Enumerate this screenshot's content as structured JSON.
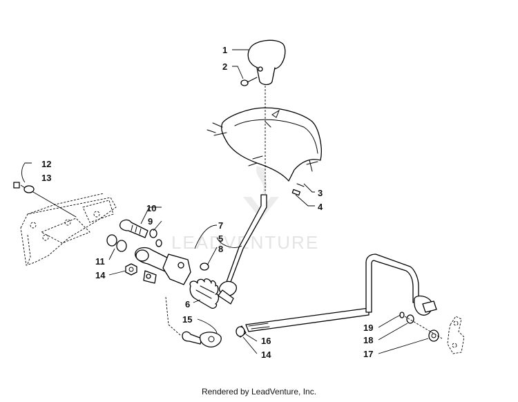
{
  "watermark": "LEADVENTURE",
  "footer": "Rendered by LeadVenture, Inc.",
  "callouts": [
    {
      "id": "c1",
      "text": "1"
    },
    {
      "id": "c2",
      "text": "2"
    },
    {
      "id": "c3",
      "text": "3"
    },
    {
      "id": "c4",
      "text": "4"
    },
    {
      "id": "c5",
      "text": "5"
    },
    {
      "id": "c6",
      "text": "6"
    },
    {
      "id": "c7",
      "text": "7"
    },
    {
      "id": "c8",
      "text": "8"
    },
    {
      "id": "c9",
      "text": "9"
    },
    {
      "id": "c10",
      "text": "10"
    },
    {
      "id": "c11",
      "text": "11"
    },
    {
      "id": "c12",
      "text": "12"
    },
    {
      "id": "c13",
      "text": "13"
    },
    {
      "id": "c14a",
      "text": "14"
    },
    {
      "id": "c14b",
      "text": "14"
    },
    {
      "id": "c15",
      "text": "15"
    },
    {
      "id": "c16",
      "text": "16"
    },
    {
      "id": "c17",
      "text": "17"
    },
    {
      "id": "c18",
      "text": "18"
    },
    {
      "id": "c19",
      "text": "19"
    }
  ]
}
